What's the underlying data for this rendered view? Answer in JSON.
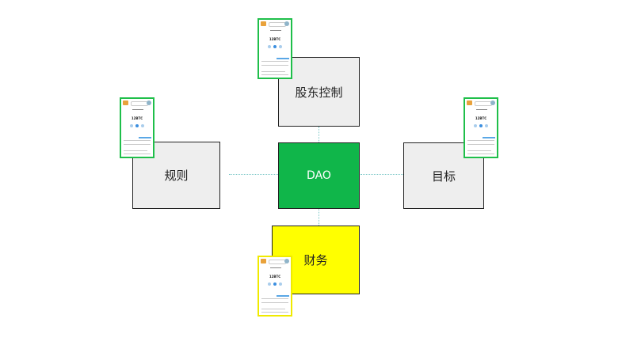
{
  "nodes": {
    "top": "股东控制",
    "left": "规则",
    "center": "DAO",
    "right": "目标",
    "bottom": "财务"
  },
  "phone": {
    "amount": "12BTC"
  },
  "colors": {
    "center_fill": "#10b64a",
    "finance_fill": "#ffff00",
    "node_fill": "#eeeeee",
    "phone_border_green": "#1fbf4a",
    "phone_border_yellow": "#f0ea00",
    "connector": "#7ec8c8"
  }
}
